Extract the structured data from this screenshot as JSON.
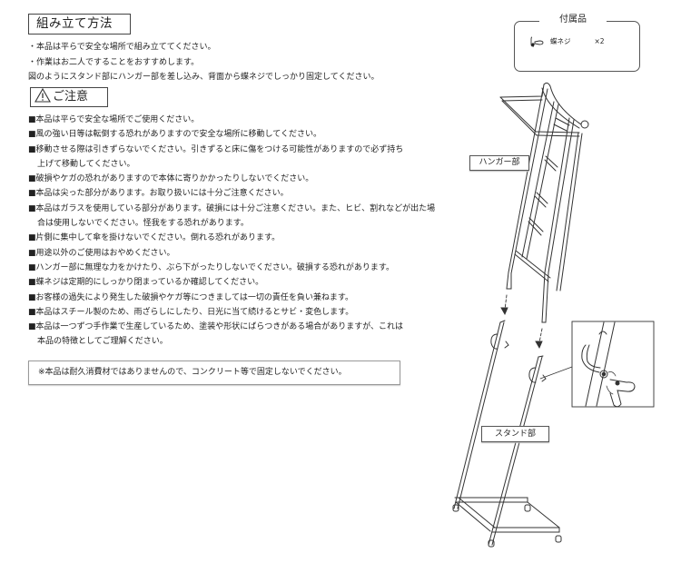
{
  "assembly": {
    "heading": "組み立て方法",
    "lines": [
      "・本品は平らで安全な場所で組み立ててください。",
      "・作業はお二人ですることをおすすめします。",
      "図のようにスタンド部にハンガー部を差し込み、背面から蝶ネジでしっかり固定してください。"
    ]
  },
  "caution": {
    "icon": "warning-triangle-icon",
    "heading": "ご注意",
    "items": [
      {
        "text": "■本品は平らで安全な場所でご使用ください。"
      },
      {
        "text": "■風の強い日等は転倒する恐れがありますので安全な場所に移動してください。"
      },
      {
        "text": "■移動させる際は引きずらないでください。引きずると床に傷をつける可能性がありますので必ず持ち",
        "cont": "上げて移動してください。"
      },
      {
        "text": "■破損やケガの恐れがありますので本体に寄りかかったりしないでください。"
      },
      {
        "text": "■本品は尖った部分があります。お取り扱いには十分ご注意ください。"
      },
      {
        "text": "■本品はガラスを使用している部分があります。破損には十分ご注意ください。また、ヒビ、割れなどが出た場",
        "cont": "合は使用しないでください。怪我をする恐れがあります。"
      },
      {
        "text": "■片側に集中して傘を掛けないでください。倒れる恐れがあります。"
      },
      {
        "text": "■用途以外のご使用はおやめください。"
      },
      {
        "text": "■ハンガー部に無理な力をかけたり、ぶら下がったりしないでください。破損する恐れがあります。"
      },
      {
        "text": "■蝶ネジは定期的にしっかり閉まっているか確認してください。"
      },
      {
        "text": "■お客様の過失により発生した破損やケガ等につきましては一切の責任を負い兼ねます。"
      },
      {
        "text": "■本品はスチール製のため、雨ざらしにしたり、日光に当て続けるとサビ・変色します。"
      },
      {
        "text": "■本品は一つずつ手作業で生産しているため、塗装や形状にばらつきがある場合がありますが、これは",
        "cont": "本品の特徴としてご理解ください。"
      }
    ],
    "notice": "※本品は耐久消費材ではありませんので、コンクリート等で固定しないでください。"
  },
  "accessories": {
    "heading": "付属品",
    "items": [
      {
        "icon": "wing-screw-icon",
        "name": "蝶ネジ",
        "qty": "×2"
      }
    ]
  },
  "diagram": {
    "hanger_label": "ハンガー部",
    "stand_label": "スタンド部",
    "line_color": "#333333"
  }
}
